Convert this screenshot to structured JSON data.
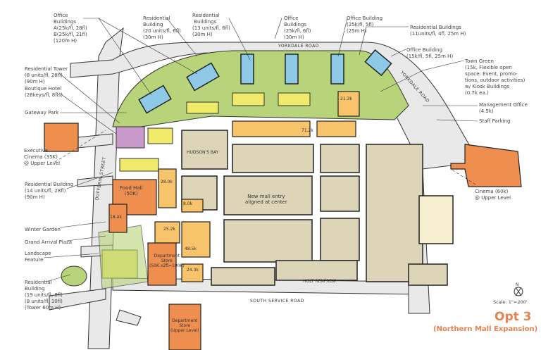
{
  "callouts": {
    "office_ab": "Office\nBuildings\nA(25k/fl, 28fl)\nB(25k/fl, 21fl)\n(120m H)",
    "res_20": "Residential\nBuilding\n(20 units/fl, 6fl)\n(30m H)",
    "res_13": "Residential\n Buildings\n(13 units/fl, 6fl)\n(30m H)",
    "office_25_6": "Office\nBuildings\n(25k/fl, 6fl)\n(30m H)",
    "office_25_5": "Office Building\n(25k/fl, 5fl)\n(25m H)",
    "res_11": "Residential Buildings\n(11units/fl, 4fl, 25m H)",
    "office_15": "Office Building\n(15k/fl, 5fl, 25m H)",
    "town_green": "Town Green\n(15k, Flexible open\nspace: Event, promo-\ntions, outdoor activities)\nw/ Kiosk Buildings\n(0.7k ea.)",
    "mgmt_office": "Management Office\n(4.5k)",
    "staff_parking": "Staff Parking",
    "res_tower": "Residential Tower\n(8 units/fl, 28fl)\n(90m H)",
    "boutique_hotel": "Boutique Hotel\n(26keys/fl, 8fls)",
    "gateway_park": "Gateway Park",
    "exec_cinema": "Executive\nCinema (35K)\n@ Upper Level",
    "res_14": "Residential Building\n(14 units/fl, 28fl)\n(90m H)",
    "winter_garden": "Winter Garden",
    "grand_arrival": "Grand Arrival Plaza",
    "landscape": "Landscape\nFeature",
    "res_19": "Residential\nBuilding\n(19 units/fl, 8fl)\n(8 units/fl, 10fl)\n(Tower 60m H)",
    "cinema_60": "Cinema (60k)\n@ Upper Level"
  },
  "map_labels": {
    "hudsons_bay": "HUDSON'S BAY",
    "holt_renfrew": "HOLT RENFREW",
    "new_entry": "New mall entry\naligned at center",
    "food_hall": "Food Hall\n(50K)",
    "dept_store": "Department\nStore\n(50K x2fl=100K)",
    "dept_store_upper": "Department\nStore\n(Upper Level)",
    "a_28": "28.0k",
    "a_8": "8.0k",
    "a_25": "25.2k",
    "a_48": "48.5k",
    "a_24": "24.3k",
    "a_71": "71.2k",
    "a_21": "21.3k",
    "a_18": "18.4k"
  },
  "roads": {
    "yorkdale_top": "YORKDALE ROAD",
    "yorkdale_diag": "YORKDALE ROAD",
    "south_service": "SOUTH SERVICE ROAD",
    "dufferin": "DUFFERIN STREET"
  },
  "legend": {
    "north": "N",
    "scale": "Scale: 1\"=200'"
  },
  "title": {
    "main": "Opt 3",
    "sub": "(Northern Mall Expansion)"
  },
  "colors": {
    "retail_new": "#f7c36b",
    "anchor": "#ee8f4f",
    "existing_mall": "#ddd5b8",
    "office": "#8ec9e8",
    "residential": "#f0ea6a",
    "green": "#b8d47a",
    "road": "#e8e8e8",
    "title": "#e8834f"
  }
}
